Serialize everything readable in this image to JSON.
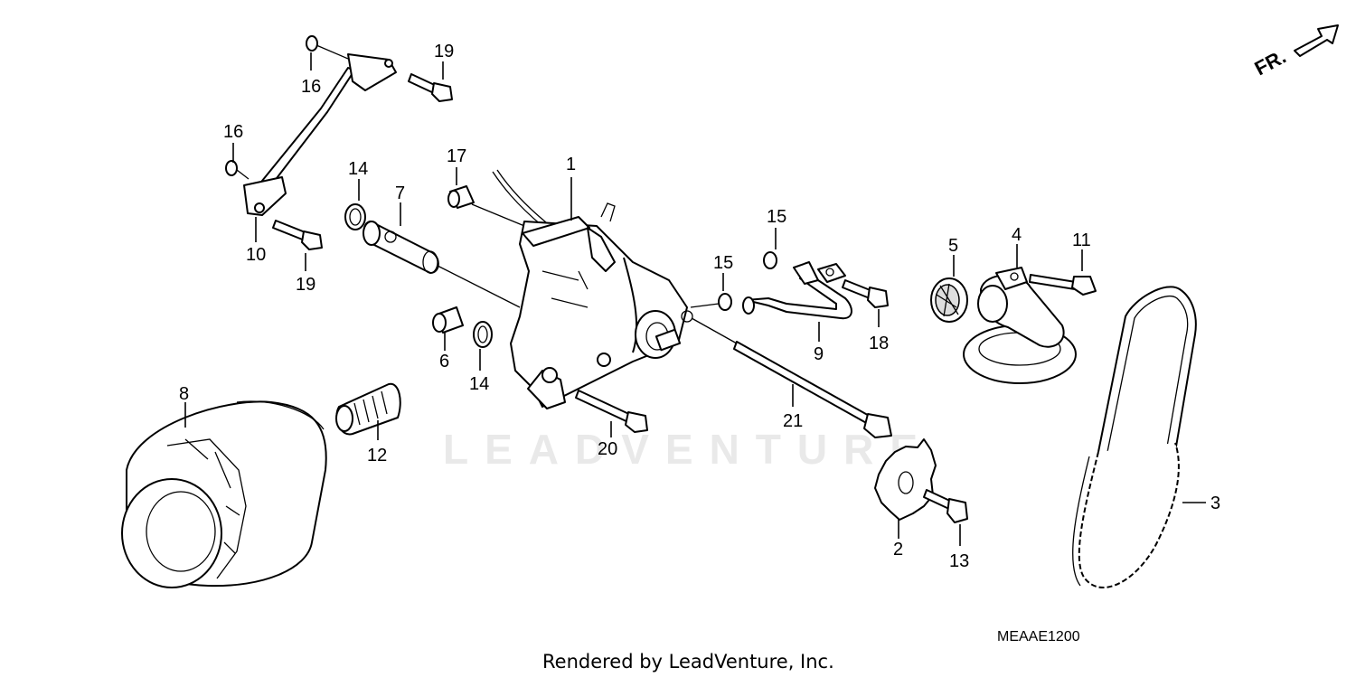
{
  "diagram": {
    "watermark": "LEADVENTURE",
    "diagram_code": "MEAAE1200",
    "credit": "Rendered by LeadVenture, Inc.",
    "direction_label": "FR.",
    "callouts": [
      {
        "id": "c1",
        "label": "1"
      },
      {
        "id": "c2",
        "label": "2"
      },
      {
        "id": "c3",
        "label": "3"
      },
      {
        "id": "c4",
        "label": "4"
      },
      {
        "id": "c5",
        "label": "5"
      },
      {
        "id": "c6",
        "label": "6"
      },
      {
        "id": "c7",
        "label": "7"
      },
      {
        "id": "c8",
        "label": "8"
      },
      {
        "id": "c9",
        "label": "9"
      },
      {
        "id": "c10",
        "label": "10"
      },
      {
        "id": "c11",
        "label": "11"
      },
      {
        "id": "c12",
        "label": "12"
      },
      {
        "id": "c13",
        "label": "13"
      },
      {
        "id": "c14a",
        "label": "14"
      },
      {
        "id": "c14b",
        "label": "14"
      },
      {
        "id": "c15a",
        "label": "15"
      },
      {
        "id": "c15b",
        "label": "15"
      },
      {
        "id": "c16a",
        "label": "16"
      },
      {
        "id": "c16b",
        "label": "16"
      },
      {
        "id": "c17",
        "label": "17"
      },
      {
        "id": "c18",
        "label": "18"
      },
      {
        "id": "c19a",
        "label": "19"
      },
      {
        "id": "c19b",
        "label": "19"
      },
      {
        "id": "c20",
        "label": "20"
      },
      {
        "id": "c21",
        "label": "21"
      }
    ]
  }
}
